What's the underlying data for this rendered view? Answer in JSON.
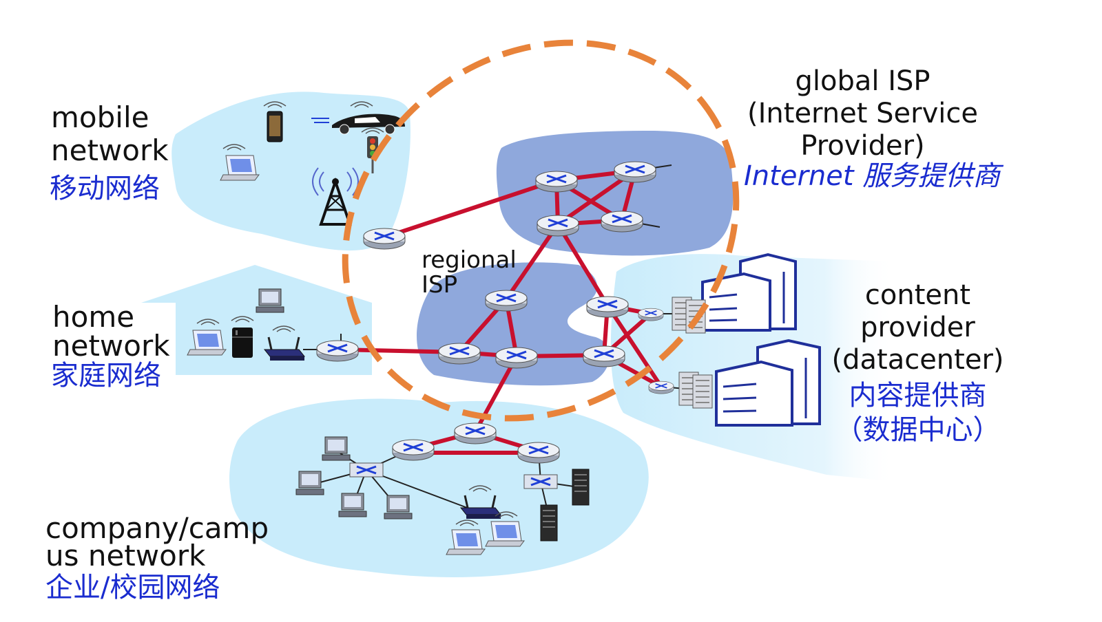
{
  "labels": {
    "mobile": {
      "en_line1": "mobile",
      "en_line2": "network",
      "zh": "移动网络"
    },
    "home": {
      "en_line1": "home",
      "en_line2": "network",
      "zh": "家庭网络"
    },
    "company": {
      "en_line1": "company/camp",
      "en_line2": "us network",
      "zh": "企业/校园网络"
    },
    "regional": {
      "line1": "regional",
      "line2": "ISP"
    },
    "global": {
      "line1": "global ISP",
      "line2": "(Internet Service",
      "line3": "Provider)",
      "zh": "Internet 服务提供商"
    },
    "content": {
      "line1": "content",
      "line2": "provider",
      "line3": "(datacenter)",
      "zh1": "内容提供商",
      "zh2": "（数据中心）"
    }
  },
  "colors": {
    "light_region": "#c9ecfb",
    "isp_region": "#8fa8dc",
    "link": "#c8102e",
    "highlight_ellipse": "#e8833a",
    "chinese_text": "#1a2ccf",
    "building": "#1f2f9a"
  }
}
